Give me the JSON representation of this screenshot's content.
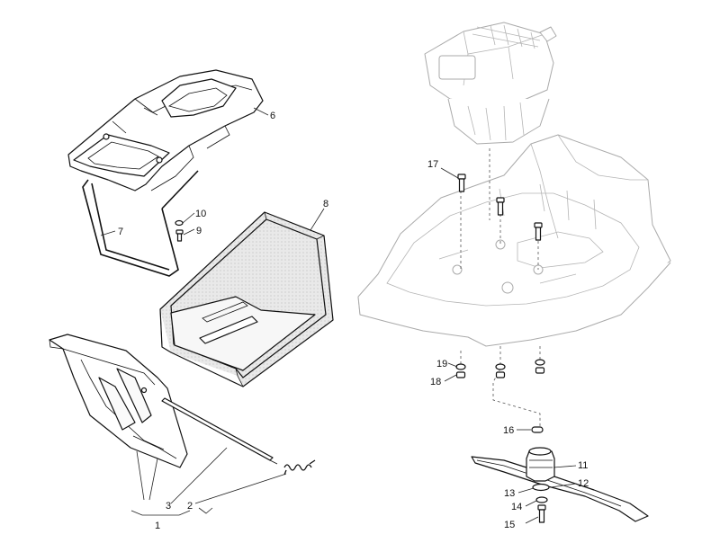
{
  "callouts": {
    "c1": "1",
    "c2": "2",
    "c3": "3",
    "c6": "6",
    "c7": "7",
    "c8": "8",
    "c9": "9",
    "c10": "10",
    "c11": "11",
    "c12": "12",
    "c13": "13",
    "c14": "14",
    "c15": "15",
    "c16": "16",
    "c17": "17",
    "c18": "18",
    "c19": "19"
  }
}
